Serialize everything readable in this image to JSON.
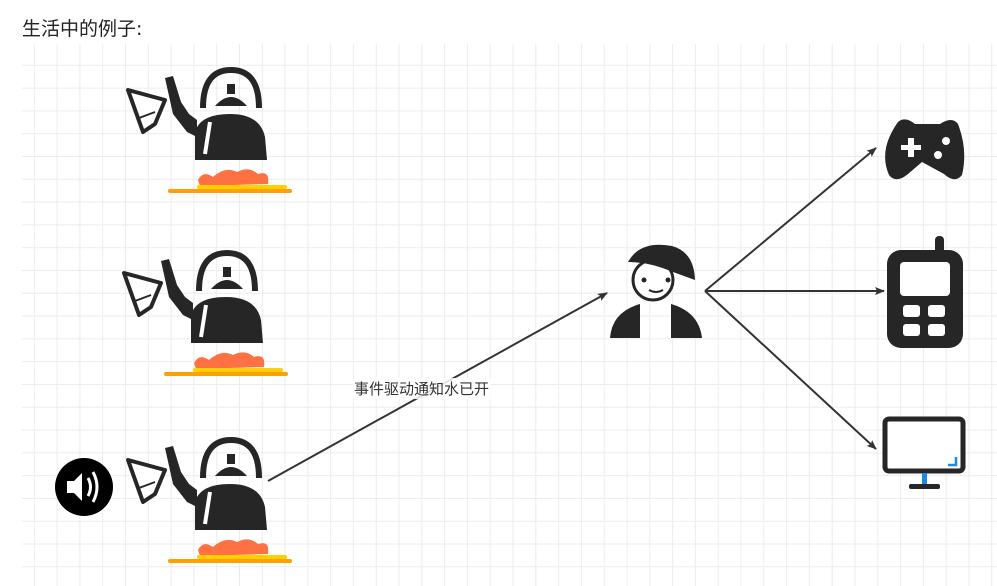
{
  "heading": "生活中的例子:",
  "diagram": {
    "edge_label": "事件驱动通知水已开",
    "nodes": {
      "kettles": [
        "kettle-1",
        "kettle-2",
        "kettle-3"
      ],
      "sound_icon": "speaker-icon",
      "person": "person-icon",
      "targets": [
        "gamepad-icon",
        "mobile-phone-icon",
        "monitor-icon"
      ]
    },
    "colors": {
      "ink": "#262626",
      "flame": "#ff7043",
      "burner": "#ffb300",
      "accent": "#1e88e5"
    }
  }
}
